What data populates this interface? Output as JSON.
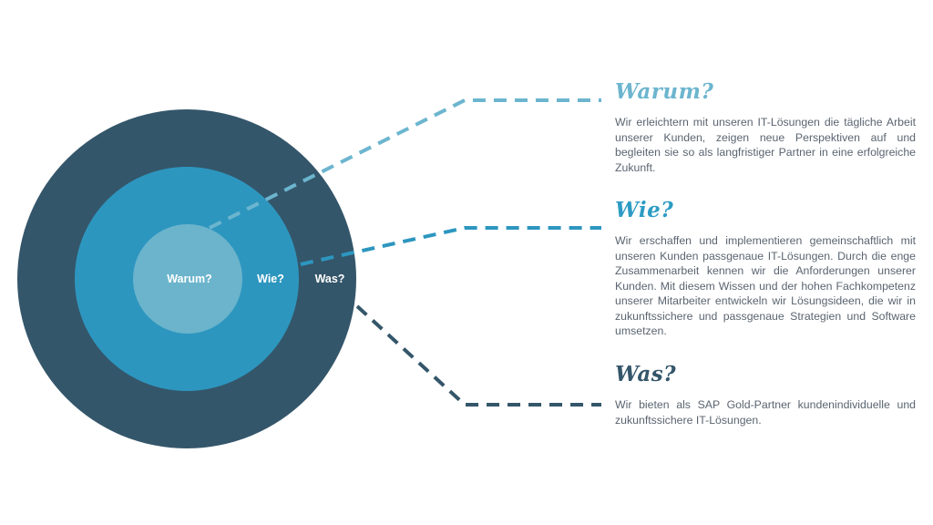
{
  "colors": {
    "outer": "#34566a",
    "middle": "#2d96bf",
    "inner": "#6bb4cc",
    "text": "#5a6470"
  },
  "circles": {
    "inner_label": "Warum?",
    "middle_label": "Wie?",
    "outer_label": "Was?"
  },
  "sections": [
    {
      "heading": "Warum?",
      "text": "Wir erleichtern mit unseren IT-Lösungen die tägliche Arbeit unserer Kunden, zeigen neue Perspektiven auf und begleiten sie so als langfristiger Partner in eine erfolgreiche Zukunft."
    },
    {
      "heading": "Wie?",
      "text": "Wir erschaffen und implementieren gemeinschaftlich mit unseren Kunden passgenaue IT-Lösungen. Durch die enge Zusammenarbeit kennen wir die Anforderungen unserer Kunden. Mit diesem Wissen und der hohen Fachkompetenz unserer Mitarbeiter entwickeln wir Lösungsideen, die wir in zukunftssichere und passgenaue Strategien und Software umsetzen."
    },
    {
      "heading": "Was?",
      "text": "Wir bieten als SAP Gold-Partner kundenindividuelle und zukunftssichere IT-Lösungen."
    }
  ]
}
